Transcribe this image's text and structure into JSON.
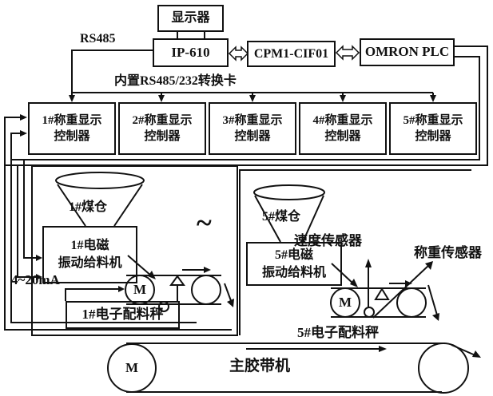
{
  "diagram": {
    "colors": {
      "ink": "#111111",
      "background": "#ffffff"
    },
    "top": {
      "display": "显示器",
      "ip610": "IP-610",
      "cpm": "CPM1-CIF01",
      "plc": "OMRON PLC",
      "rs485": "RS485",
      "converter_card": "内置RS485/232转换卡"
    },
    "controllers": [
      {
        "l1": "1#称重显示",
        "l2": "控制器"
      },
      {
        "l1": "2#称重显示",
        "l2": "控制器"
      },
      {
        "l1": "3#称重显示",
        "l2": "控制器"
      },
      {
        "l1": "4#称重显示",
        "l2": "控制器"
      },
      {
        "l1": "5#称重显示",
        "l2": "控制器"
      }
    ],
    "unit1": {
      "bunker": "1#煤仓",
      "feeder_l1": "1#电磁",
      "feeder_l2": "振动给料机",
      "signal": "4~20mA",
      "scale": "1#电子配料秤",
      "motor": "M"
    },
    "unit5": {
      "bunker": "5#煤仓",
      "feeder_l1": "5#电磁",
      "feeder_l2": "振动给料机",
      "scale": "5#电子配料秤",
      "speed_sensor": "速度传感器",
      "weight_sensor": "称重传感器",
      "motor": "M"
    },
    "bottom": {
      "main_belt": "主胶带机",
      "motor": "M",
      "tilde": "~"
    }
  }
}
